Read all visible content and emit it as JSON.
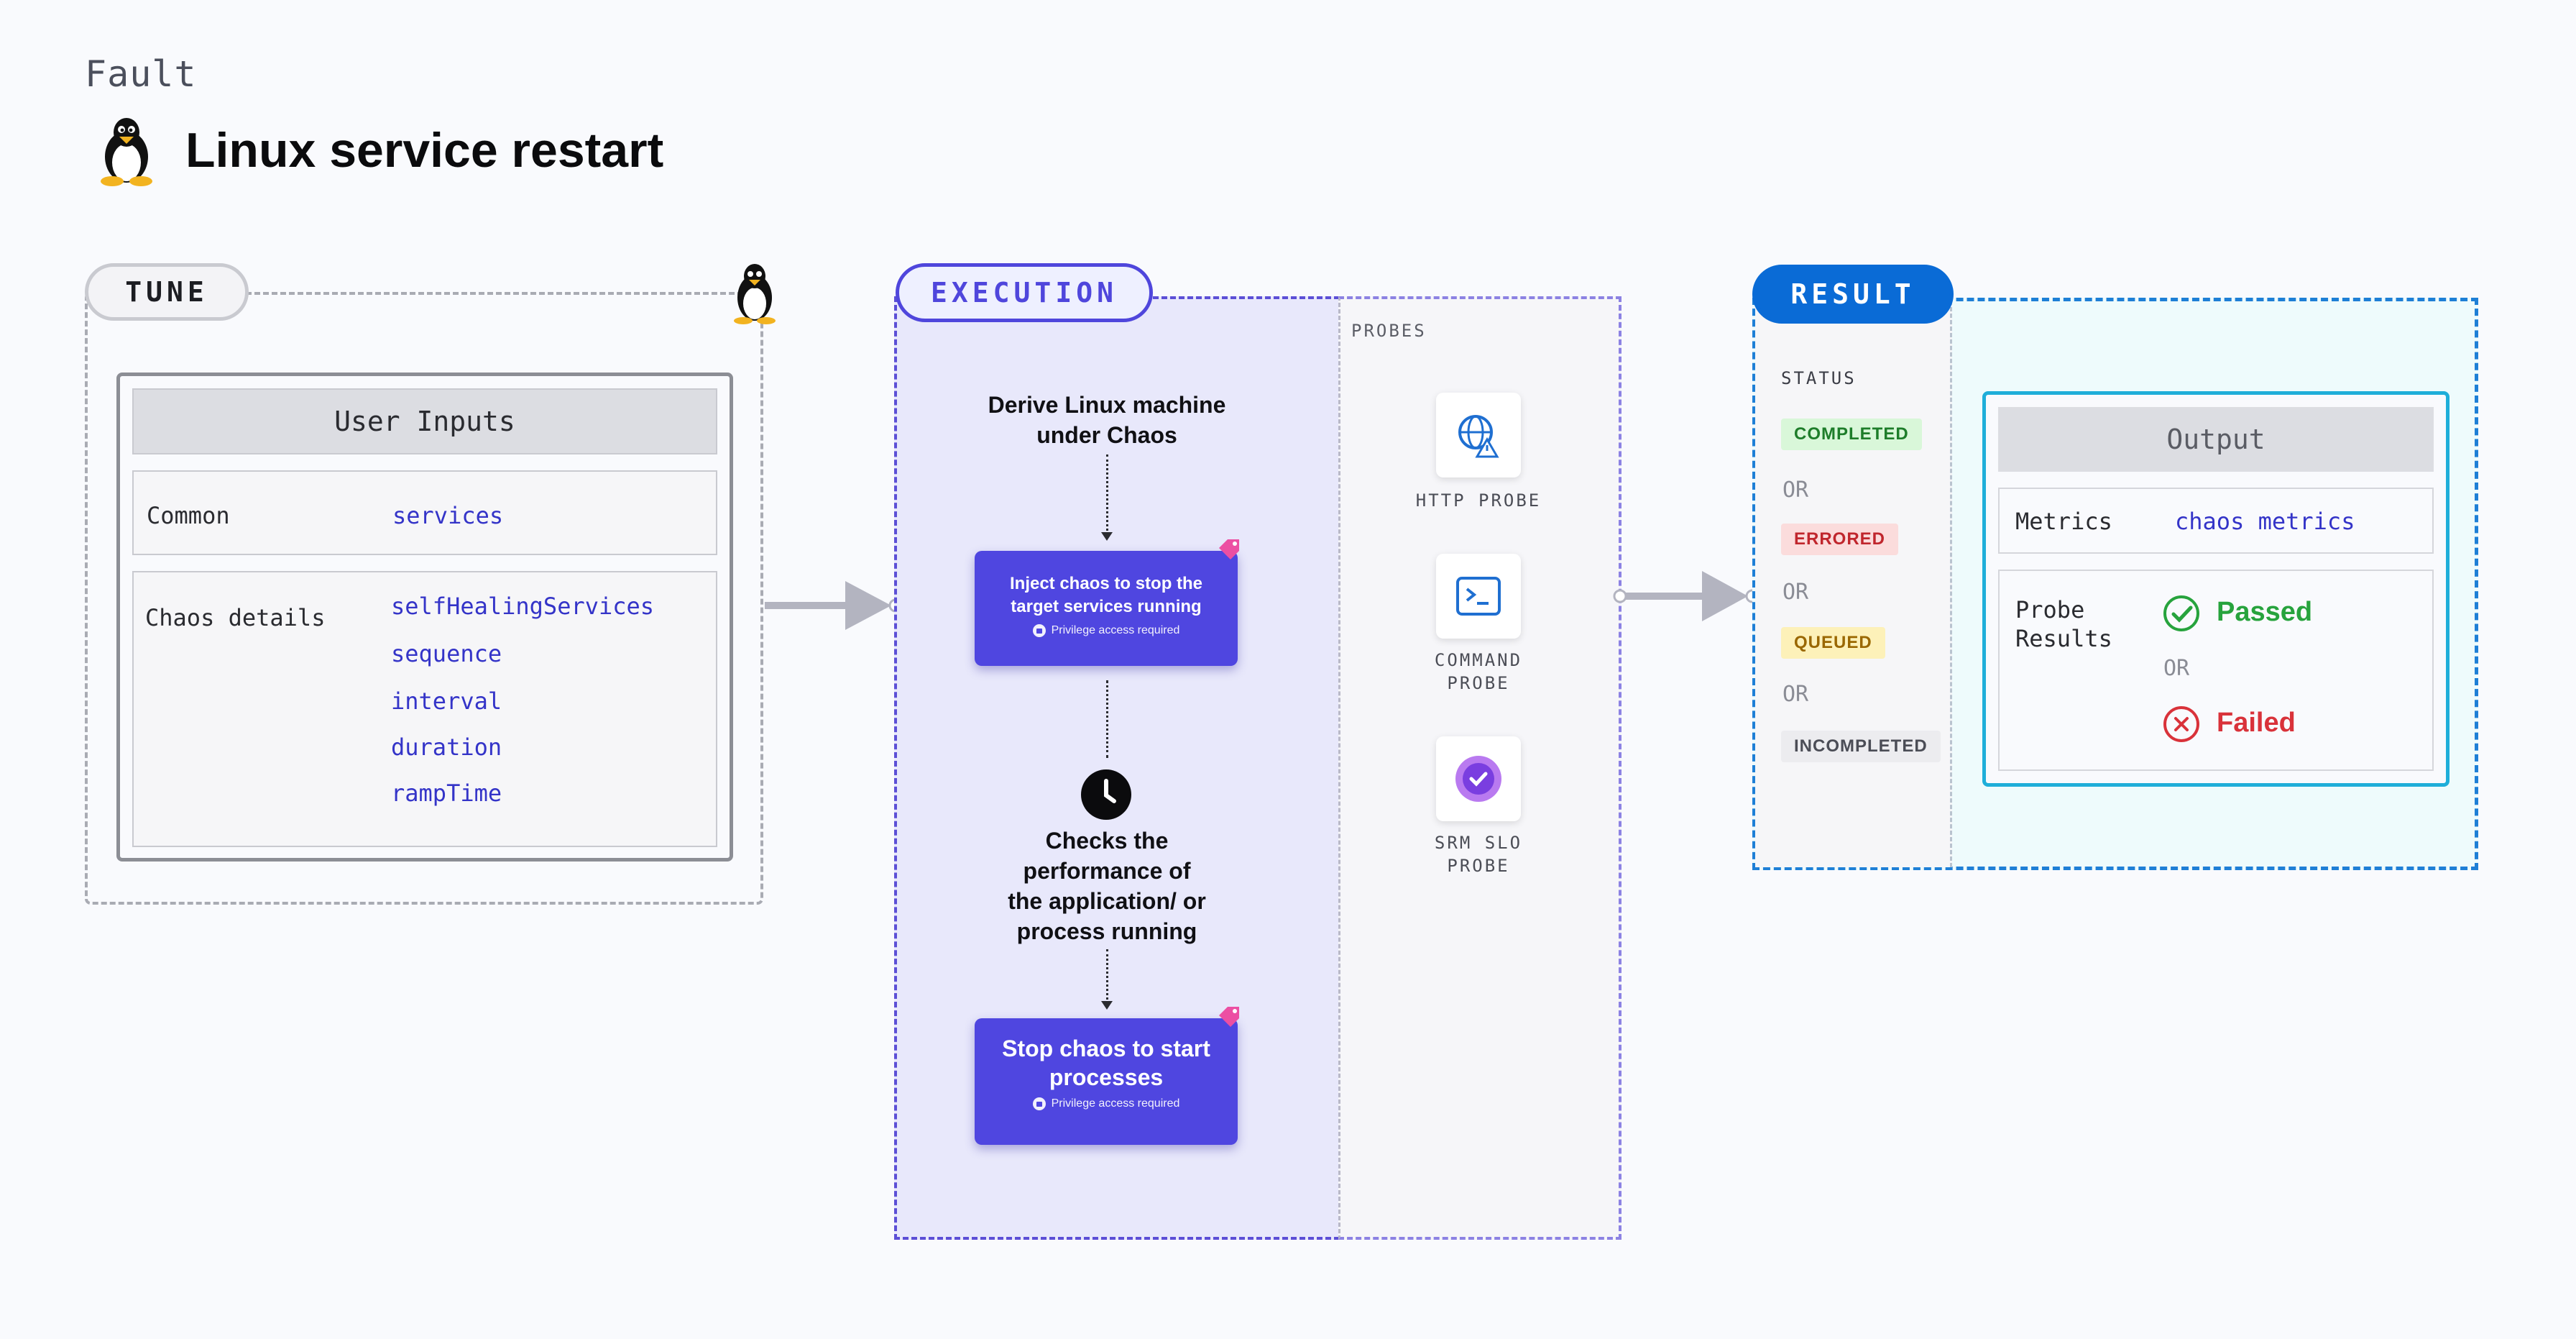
{
  "header": {
    "fault_label": "Fault",
    "title": "Linux service restart",
    "icon": "linux-penguin-icon"
  },
  "tune": {
    "pill": "TUNE",
    "user_inputs_title": "User Inputs",
    "common_label": "Common",
    "common_params": [
      "services"
    ],
    "chaos_label": "Chaos details",
    "chaos_params": [
      "selfHealingServices",
      "sequence",
      "interval",
      "duration",
      "rampTime"
    ]
  },
  "execution": {
    "pill": "EXECUTION",
    "step1": [
      "Derive Linux machine",
      "under Chaos"
    ],
    "card1": {
      "title": [
        "Inject chaos to stop the",
        "target services running"
      ],
      "sub": "Privilege access required"
    },
    "step2": [
      "Checks the",
      "performance of",
      "the application/ or",
      "process running"
    ],
    "card2": {
      "title": [
        "Stop chaos to start",
        "processes"
      ],
      "sub": "Privilege access required"
    }
  },
  "probes": {
    "label": "PROBES",
    "items": [
      {
        "name": [
          "HTTP PROBE"
        ],
        "icon": "http-probe-icon"
      },
      {
        "name": [
          "COMMAND",
          "PROBE"
        ],
        "icon": "command-probe-icon"
      },
      {
        "name": [
          "SRM SLO",
          "PROBE"
        ],
        "icon": "srm-slo-probe-icon"
      }
    ]
  },
  "result": {
    "pill": "RESULT",
    "status_label": "STATUS",
    "statuses": [
      "COMPLETED",
      "ERRORED",
      "QUEUED",
      "INCOMPLETED"
    ],
    "or": "OR",
    "output_title": "Output",
    "metrics_label": "Metrics",
    "metrics_value": "chaos metrics",
    "probe_results_label": [
      "Probe",
      "Results"
    ],
    "passed": "Passed",
    "failed": "Failed"
  },
  "colors": {
    "accent": "#4f46e0",
    "result_blue": "#0a6bd6",
    "completed_bg": "#d9f7d9",
    "completed_fg": "#1e7d2a",
    "errored_bg": "#fbdcdc",
    "errored_fg": "#c0262d",
    "queued_bg": "#fdf1b9",
    "queued_fg": "#9a6700",
    "incompleted_bg": "#ececef",
    "incompleted_fg": "#4b4d56",
    "passed": "#27a33d",
    "failed": "#d9323a"
  }
}
